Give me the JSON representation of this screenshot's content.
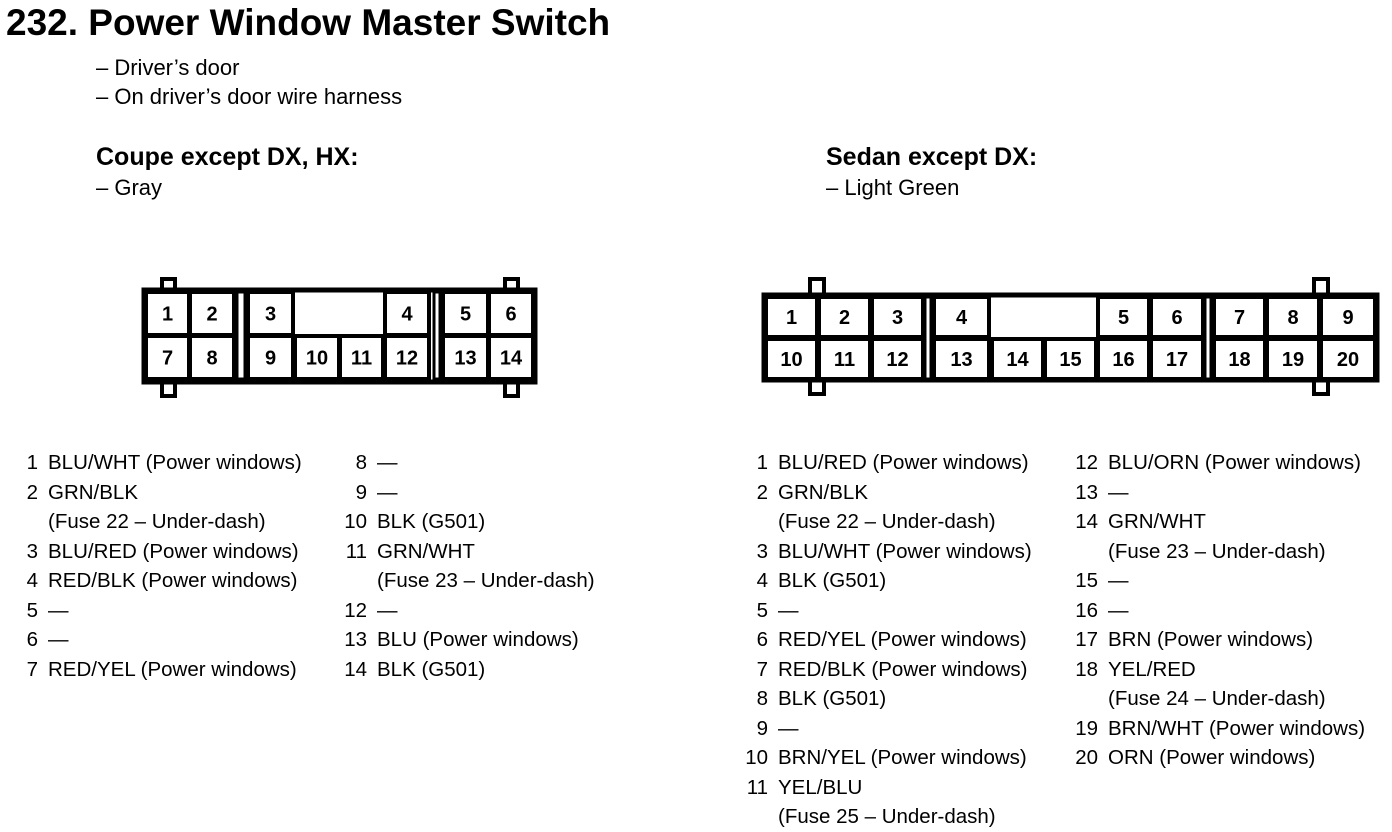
{
  "title": "232. Power Window Master Switch",
  "subtitle_lines": [
    "– Driver’s door",
    "– On driver’s door wire harness"
  ],
  "coupe": {
    "heading": "Coupe except DX, HX:",
    "color": "– Gray",
    "cavities": [
      "1",
      "2",
      "3",
      "4",
      "5",
      "6",
      "7",
      "8",
      "9",
      "10",
      "11",
      "12",
      "13",
      "14"
    ],
    "pins_col1": [
      {
        "num": "1",
        "line1": "BLU/WHT (Power windows)",
        "line2": ""
      },
      {
        "num": "2",
        "line1": "GRN/BLK",
        "line2": "(Fuse 22 – Under-dash)"
      },
      {
        "num": "3",
        "line1": "BLU/RED (Power windows)",
        "line2": ""
      },
      {
        "num": "4",
        "line1": "RED/BLK (Power windows)",
        "line2": ""
      },
      {
        "num": "5",
        "line1": "—",
        "line2": ""
      },
      {
        "num": "6",
        "line1": "—",
        "line2": ""
      },
      {
        "num": "7",
        "line1": "RED/YEL (Power windows)",
        "line2": ""
      }
    ],
    "pins_col2": [
      {
        "num": "8",
        "line1": "—",
        "line2": ""
      },
      {
        "num": "9",
        "line1": "—",
        "line2": ""
      },
      {
        "num": "10",
        "line1": "BLK (G501)",
        "line2": ""
      },
      {
        "num": "11",
        "line1": "GRN/WHT",
        "line2": "(Fuse 23 – Under-dash)"
      },
      {
        "num": "12",
        "line1": "—",
        "line2": ""
      },
      {
        "num": "13",
        "line1": "BLU (Power windows)",
        "line2": ""
      },
      {
        "num": "14",
        "line1": "BLK (G501)",
        "line2": ""
      }
    ]
  },
  "sedan": {
    "heading": "Sedan except DX:",
    "color": "– Light Green",
    "cavities": [
      "1",
      "2",
      "3",
      "4",
      "5",
      "6",
      "7",
      "8",
      "9",
      "10",
      "11",
      "12",
      "13",
      "14",
      "15",
      "16",
      "17",
      "18",
      "19",
      "20"
    ],
    "pins_col1": [
      {
        "num": "1",
        "line1": "BLU/RED (Power windows)",
        "line2": ""
      },
      {
        "num": "2",
        "line1": "GRN/BLK",
        "line2": "(Fuse 22 – Under-dash)"
      },
      {
        "num": "3",
        "line1": "BLU/WHT (Power windows)",
        "line2": ""
      },
      {
        "num": "4",
        "line1": "BLK (G501)",
        "line2": ""
      },
      {
        "num": "5",
        "line1": "—",
        "line2": ""
      },
      {
        "num": "6",
        "line1": "RED/YEL (Power windows)",
        "line2": ""
      },
      {
        "num": "7",
        "line1": "RED/BLK (Power windows)",
        "line2": ""
      },
      {
        "num": "8",
        "line1": "BLK (G501)",
        "line2": ""
      },
      {
        "num": "9",
        "line1": "—",
        "line2": ""
      },
      {
        "num": "10",
        "line1": "BRN/YEL (Power windows)",
        "line2": ""
      },
      {
        "num": "11",
        "line1": "YEL/BLU",
        "line2": "(Fuse 25 – Under-dash)"
      }
    ],
    "pins_col2": [
      {
        "num": "12",
        "line1": "BLU/ORN (Power windows)",
        "line2": ""
      },
      {
        "num": "13",
        "line1": "—",
        "line2": ""
      },
      {
        "num": "14",
        "line1": "GRN/WHT",
        "line2": "(Fuse 23 – Under-dash)"
      },
      {
        "num": "15",
        "line1": "—",
        "line2": ""
      },
      {
        "num": "16",
        "line1": "—",
        "line2": ""
      },
      {
        "num": "17",
        "line1": "BRN (Power windows)",
        "line2": ""
      },
      {
        "num": "18",
        "line1": "YEL/RED",
        "line2": "(Fuse 24 – Under-dash)"
      },
      {
        "num": "19",
        "line1": "BRN/WHT (Power windows)",
        "line2": ""
      },
      {
        "num": "20",
        "line1": "ORN (Power windows)",
        "line2": ""
      }
    ]
  }
}
